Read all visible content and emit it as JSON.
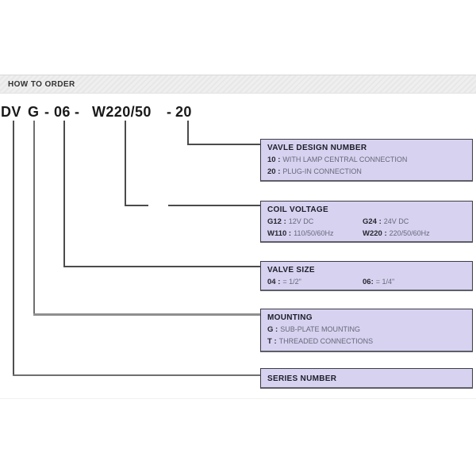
{
  "header": {
    "title": "HOW TO ORDER"
  },
  "order_code": {
    "full": "DV G - 06 - W220/50 - 20",
    "segments": [
      "DV",
      "G",
      "-",
      "06",
      "-",
      "W220/50",
      "-",
      "20"
    ]
  },
  "boxes": {
    "design_number": {
      "title": "VAVLE DESIGN NUMBER",
      "options": [
        {
          "code": "10 :",
          "desc": "WITH LAMP CENTRAL CONNECTION"
        },
        {
          "code": "20 :",
          "desc": "PLUG-IN CONNECTION"
        }
      ]
    },
    "coil_voltage": {
      "title": "COIL VOLTAGE",
      "options": [
        {
          "code": "G12 :",
          "desc": "12V DC"
        },
        {
          "code": "G24 :",
          "desc": "24V DC"
        },
        {
          "code": "W110 :",
          "desc": "110/50/60Hz"
        },
        {
          "code": "W220 :",
          "desc": "220/50/60Hz"
        }
      ]
    },
    "valve_size": {
      "title": "VALVE SIZE",
      "options": [
        {
          "code": "04 :",
          "desc": "= 1/2\""
        },
        {
          "code": "06:",
          "desc": "= 1/4\""
        }
      ]
    },
    "mounting": {
      "title": "MOUNTING",
      "options": [
        {
          "code": "G :",
          "desc": "SUB-PLATE MOUNTING"
        },
        {
          "code": "T :",
          "desc": "THREADED CONNECTIONS"
        }
      ]
    },
    "series_number": {
      "title": "SERIES NUMBER"
    }
  },
  "colors": {
    "box_fill": "#d6d2f0",
    "box_border": "#3c3c46",
    "connector_dark": "#4b4b4b",
    "connector_gray": "#8f8f8f",
    "header_bg": "#ededed"
  }
}
